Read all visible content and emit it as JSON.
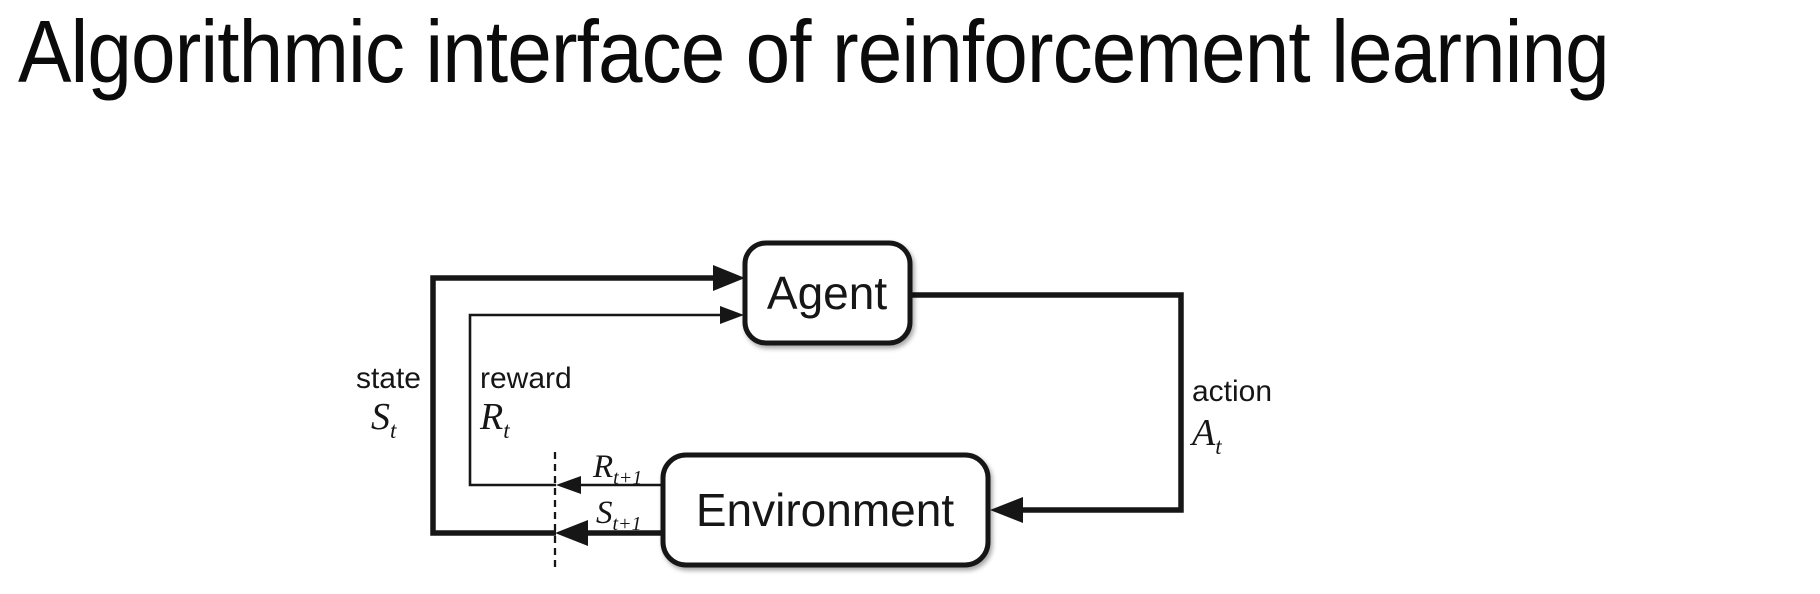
{
  "title": "Algorithmic interface of reinforcement learning",
  "diagram": {
    "nodes": {
      "agent": "Agent",
      "environment": "Environment"
    },
    "edges": {
      "state_label": "state",
      "state_symbol": "S",
      "state_subscript": "t",
      "reward_label": "reward",
      "reward_symbol": "R",
      "reward_subscript": "t",
      "action_label": "action",
      "action_symbol": "A",
      "action_subscript": "t",
      "next_reward_symbol": "R",
      "next_reward_subscript": "t+1",
      "next_state_symbol": "S",
      "next_state_subscript": "t+1"
    },
    "colors": {
      "line": "#161616",
      "text": "#161616",
      "box_fill": "#ffffff",
      "background": "#ffffff"
    }
  }
}
